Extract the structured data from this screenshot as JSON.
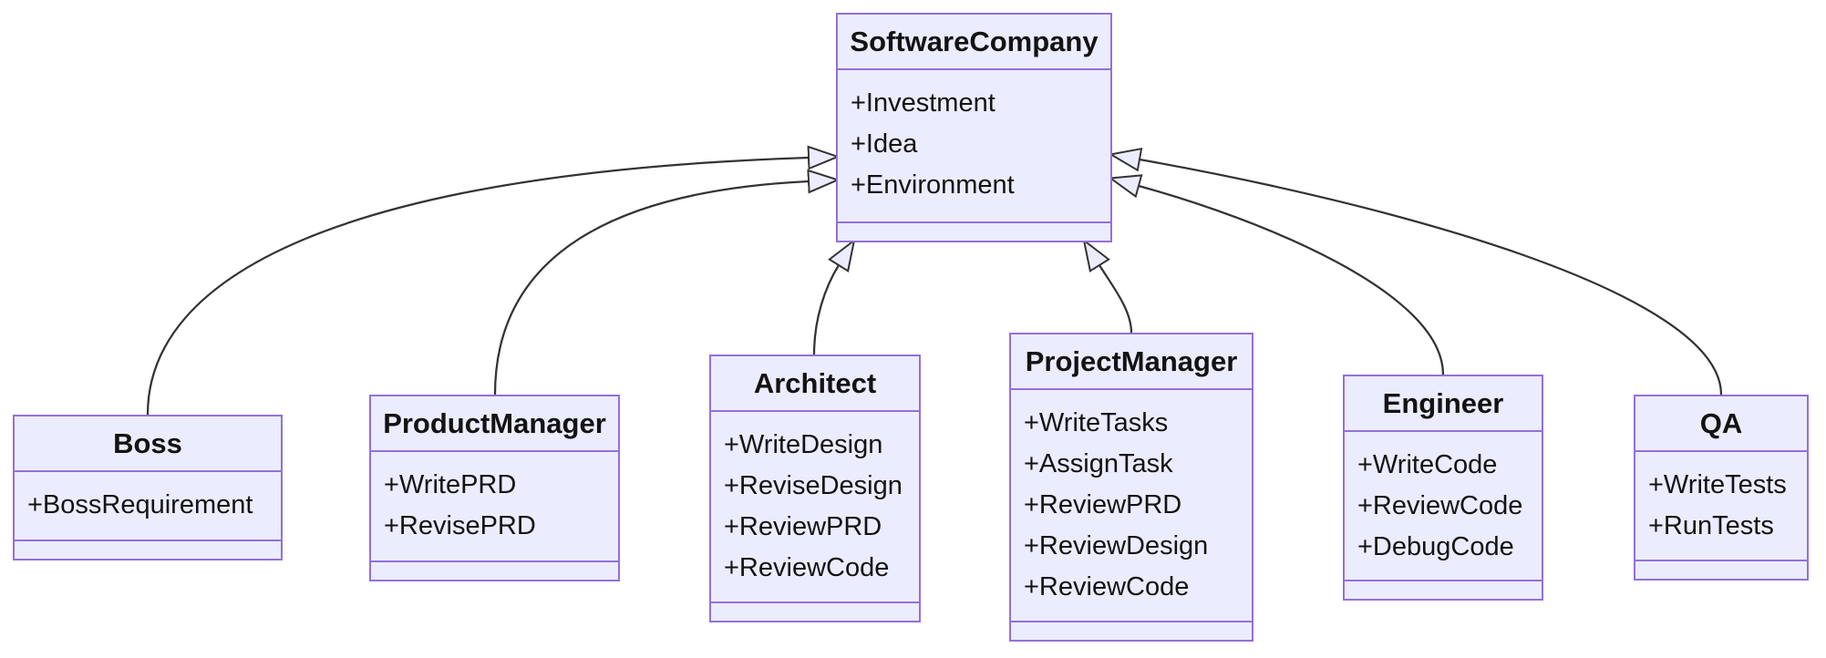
{
  "diagram": {
    "type": "uml-class-diagram",
    "classes": [
      {
        "name": "SoftwareCompany",
        "members": [
          "+Investment",
          "+Idea",
          "+Environment"
        ]
      },
      {
        "name": "Boss",
        "members": [
          "+BossRequirement"
        ]
      },
      {
        "name": "ProductManager",
        "members": [
          "+WritePRD",
          "+RevisePRD"
        ]
      },
      {
        "name": "Architect",
        "members": [
          "+WriteDesign",
          "+ReviseDesign",
          "+ReviewPRD",
          "+ReviewCode"
        ]
      },
      {
        "name": "ProjectManager",
        "members": [
          "+WriteTasks",
          "+AssignTask",
          "+ReviewPRD",
          "+ReviewDesign",
          "+ReviewCode"
        ]
      },
      {
        "name": "Engineer",
        "members": [
          "+WriteCode",
          "+ReviewCode",
          "+DebugCode"
        ]
      },
      {
        "name": "QA",
        "members": [
          "+WriteTests",
          "+RunTests"
        ]
      }
    ],
    "relations": [
      {
        "from": "Boss",
        "to": "SoftwareCompany",
        "type": "inheritance"
      },
      {
        "from": "ProductManager",
        "to": "SoftwareCompany",
        "type": "inheritance"
      },
      {
        "from": "Architect",
        "to": "SoftwareCompany",
        "type": "inheritance"
      },
      {
        "from": "ProjectManager",
        "to": "SoftwareCompany",
        "type": "inheritance"
      },
      {
        "from": "Engineer",
        "to": "SoftwareCompany",
        "type": "inheritance"
      },
      {
        "from": "QA",
        "to": "SoftwareCompany",
        "type": "inheritance"
      }
    ],
    "colors": {
      "node_fill": "#ECECFF",
      "node_border": "#9370DB",
      "edge_line": "#333333",
      "text": "#131313",
      "background": "#FFFFFF"
    }
  }
}
